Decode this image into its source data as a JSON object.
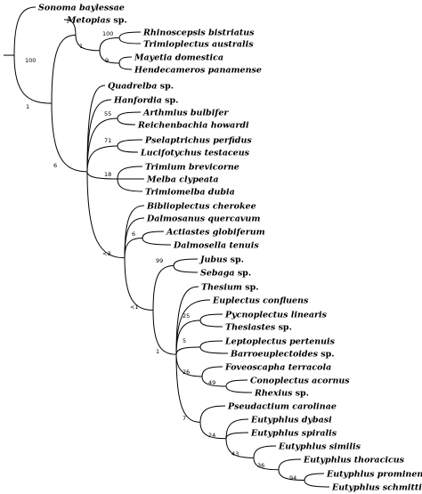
{
  "tree": {
    "taxa": [
      {
        "id": "sonoma",
        "genus": "Sonoma baylessae",
        "suffix": ""
      },
      {
        "id": "metopias",
        "genus": "Metopias",
        "suffix": " sp."
      },
      {
        "id": "rhinoscepsis",
        "genus": "Rhinoscepsis bistriatus",
        "suffix": ""
      },
      {
        "id": "trimioplectus",
        "genus": "Trimioplectus australis",
        "suffix": ""
      },
      {
        "id": "mayetia",
        "genus": "Mayetia domestica",
        "suffix": ""
      },
      {
        "id": "hendecameros",
        "genus": "Hendecameros panamense",
        "suffix": ""
      },
      {
        "id": "quadrelba",
        "genus": "Quadrelba",
        "suffix": " sp."
      },
      {
        "id": "hanfordia",
        "genus": "Hanfordia",
        "suffix": " sp."
      },
      {
        "id": "arthmius",
        "genus": "Arthmius bulbifer",
        "suffix": ""
      },
      {
        "id": "reichenbachia",
        "genus": "Reichenbachia howardi",
        "suffix": ""
      },
      {
        "id": "pselaptrichus",
        "genus": "Pselaptrichus perfidus",
        "suffix": ""
      },
      {
        "id": "lucifotychus",
        "genus": "Lucifotychus testaceus",
        "suffix": ""
      },
      {
        "id": "trimium",
        "genus": "Trimium brevicorne",
        "suffix": ""
      },
      {
        "id": "melba",
        "genus": "Melba clypeata",
        "suffix": ""
      },
      {
        "id": "trimiomelba",
        "genus": "Trimiomelba dubia",
        "suffix": ""
      },
      {
        "id": "biblioplectus",
        "genus": "Biblioplectus cherokee",
        "suffix": ""
      },
      {
        "id": "dalmosanus",
        "genus": "Dalmosanus quercavum",
        "suffix": ""
      },
      {
        "id": "actiastes",
        "genus": "Actiastes globiferum",
        "suffix": ""
      },
      {
        "id": "dalmosella",
        "genus": "Dalmosella tenuis",
        "suffix": ""
      },
      {
        "id": "jubus",
        "genus": "Jubus",
        "suffix": " sp."
      },
      {
        "id": "sebaga",
        "genus": "Sebaga",
        "suffix": " sp."
      },
      {
        "id": "thesium",
        "genus": "Thesium",
        "suffix": " sp."
      },
      {
        "id": "euplectus",
        "genus": "Euplectus confluens",
        "suffix": ""
      },
      {
        "id": "pycnoplectus",
        "genus": "Pycnoplectus linearis",
        "suffix": ""
      },
      {
        "id": "thesiastes",
        "genus": "Thesiastes",
        "suffix": " sp."
      },
      {
        "id": "leptoplectus",
        "genus": "Leptoplectus pertenuis",
        "suffix": ""
      },
      {
        "id": "barroeuplectoides",
        "genus": "Barroeuplectoides",
        "suffix": " sp."
      },
      {
        "id": "foveoscapha",
        "genus": "Foveoscapha terracola",
        "suffix": ""
      },
      {
        "id": "conoplectus",
        "genus": "Conoplectus acornus",
        "suffix": ""
      },
      {
        "id": "rhexius",
        "genus": "Rhexius",
        "suffix": " sp."
      },
      {
        "id": "pseudactium",
        "genus": "Pseudactium carolinae",
        "suffix": ""
      },
      {
        "id": "eutyphlus_dybasi",
        "genus": "Eutyphlus dybasi",
        "suffix": ""
      },
      {
        "id": "eutyphlus_spiralis",
        "genus": "Eutyphlus spiralis",
        "suffix": ""
      },
      {
        "id": "eutyphlus_similis",
        "genus": "Eutyphlus similis",
        "suffix": ""
      },
      {
        "id": "eutyphlus_thoracicus",
        "genus": "Eutyphlus thoracicus",
        "suffix": ""
      },
      {
        "id": "eutyphlus_prominens",
        "genus": "Eutyphlus prominens",
        "suffix": ""
      },
      {
        "id": "eutyphlus_schmitti",
        "genus": "Eutyphlus schmitti",
        "suffix": ""
      }
    ],
    "support_values": [
      {
        "id": "n100root",
        "value": "100"
      },
      {
        "id": "n1a",
        "value": "1"
      },
      {
        "id": "n100a",
        "value": "100"
      },
      {
        "id": "n9",
        "value": "9"
      },
      {
        "id": "n1b",
        "value": "1"
      },
      {
        "id": "n55",
        "value": "55"
      },
      {
        "id": "n71",
        "value": "71"
      },
      {
        "id": "n6a",
        "value": "6"
      },
      {
        "id": "n18",
        "value": "18"
      },
      {
        "id": "n6b",
        "value": "6"
      },
      {
        "id": "nlt3",
        "value": "<3"
      },
      {
        "id": "n99",
        "value": "99"
      },
      {
        "id": "nlt1",
        "value": "<1"
      },
      {
        "id": "n25",
        "value": "25"
      },
      {
        "id": "n5",
        "value": "5"
      },
      {
        "id": "n1c",
        "value": "1"
      },
      {
        "id": "n26",
        "value": "26"
      },
      {
        "id": "n49",
        "value": "49"
      },
      {
        "id": "n7",
        "value": "7"
      },
      {
        "id": "n24",
        "value": "24"
      },
      {
        "id": "n43",
        "value": "43"
      },
      {
        "id": "n36",
        "value": "36"
      },
      {
        "id": "n94",
        "value": "94"
      }
    ]
  }
}
